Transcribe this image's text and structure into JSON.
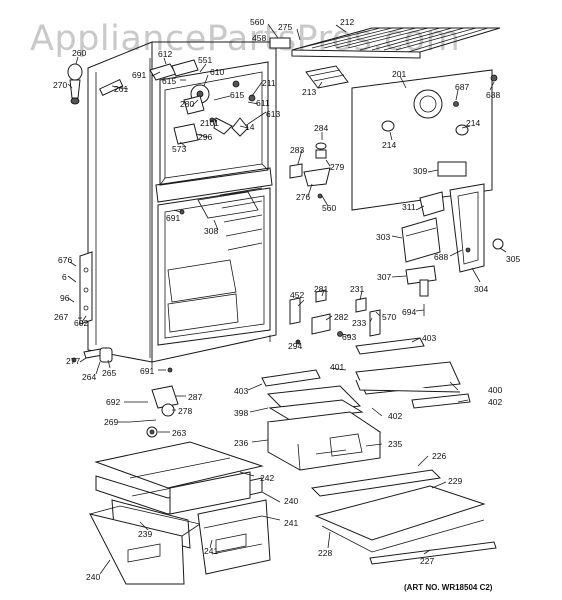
{
  "watermark": "AppliancePartsPros.com",
  "art_number": "(ART NO. WR18504 C2)",
  "part_labels": [
    {
      "id": "560a",
      "text": "560"
    },
    {
      "id": "275",
      "text": "275"
    },
    {
      "id": "212",
      "text": "212"
    },
    {
      "id": "458",
      "text": "458"
    },
    {
      "id": "260",
      "text": "260"
    },
    {
      "id": "270",
      "text": "270"
    },
    {
      "id": "612",
      "text": "612"
    },
    {
      "id": "551",
      "text": "551"
    },
    {
      "id": "691a",
      "text": "691"
    },
    {
      "id": "615a",
      "text": "615"
    },
    {
      "id": "610",
      "text": "610"
    },
    {
      "id": "211",
      "text": "211"
    },
    {
      "id": "213",
      "text": "213"
    },
    {
      "id": "201",
      "text": "201"
    },
    {
      "id": "687",
      "text": "687"
    },
    {
      "id": "688a",
      "text": "688"
    },
    {
      "id": "261",
      "text": "261"
    },
    {
      "id": "615b",
      "text": "615"
    },
    {
      "id": "611",
      "text": "611"
    },
    {
      "id": "280",
      "text": "280"
    },
    {
      "id": "2101",
      "text": "2101"
    },
    {
      "id": "14",
      "text": "14"
    },
    {
      "id": "613",
      "text": "613"
    },
    {
      "id": "296",
      "text": "296"
    },
    {
      "id": "573",
      "text": "573"
    },
    {
      "id": "284",
      "text": "284"
    },
    {
      "id": "214a",
      "text": "214"
    },
    {
      "id": "214b",
      "text": "214"
    },
    {
      "id": "283",
      "text": "283"
    },
    {
      "id": "279",
      "text": "279"
    },
    {
      "id": "309",
      "text": "309"
    },
    {
      "id": "276",
      "text": "276"
    },
    {
      "id": "560b",
      "text": "560"
    },
    {
      "id": "691b",
      "text": "691"
    },
    {
      "id": "311",
      "text": "311"
    },
    {
      "id": "308",
      "text": "308"
    },
    {
      "id": "303",
      "text": "303"
    },
    {
      "id": "688b",
      "text": "688"
    },
    {
      "id": "305",
      "text": "305"
    },
    {
      "id": "676",
      "text": "676"
    },
    {
      "id": "6",
      "text": "6"
    },
    {
      "id": "96",
      "text": "96"
    },
    {
      "id": "307",
      "text": "307"
    },
    {
      "id": "304",
      "text": "304"
    },
    {
      "id": "231",
      "text": "231"
    },
    {
      "id": "281",
      "text": "281"
    },
    {
      "id": "452",
      "text": "452"
    },
    {
      "id": "570",
      "text": "570"
    },
    {
      "id": "282",
      "text": "282"
    },
    {
      "id": "694",
      "text": "694"
    },
    {
      "id": "233",
      "text": "233"
    },
    {
      "id": "267",
      "text": "267"
    },
    {
      "id": "602",
      "text": "602"
    },
    {
      "id": "693",
      "text": "693"
    },
    {
      "id": "403a",
      "text": "403"
    },
    {
      "id": "294",
      "text": "294"
    },
    {
      "id": "277",
      "text": "277"
    },
    {
      "id": "264",
      "text": "264"
    },
    {
      "id": "265",
      "text": "265"
    },
    {
      "id": "691c",
      "text": "691"
    },
    {
      "id": "401",
      "text": "401"
    },
    {
      "id": "403b",
      "text": "403"
    },
    {
      "id": "287",
      "text": "287"
    },
    {
      "id": "692",
      "text": "692"
    },
    {
      "id": "278",
      "text": "278"
    },
    {
      "id": "400",
      "text": "400"
    },
    {
      "id": "398",
      "text": "398"
    },
    {
      "id": "402a",
      "text": "402"
    },
    {
      "id": "402b",
      "text": "402"
    },
    {
      "id": "269",
      "text": "269"
    },
    {
      "id": "263",
      "text": "263"
    },
    {
      "id": "236",
      "text": "236"
    },
    {
      "id": "235",
      "text": "235"
    },
    {
      "id": "226",
      "text": "226"
    },
    {
      "id": "242",
      "text": "242"
    },
    {
      "id": "229",
      "text": "229"
    },
    {
      "id": "240a",
      "text": "240"
    },
    {
      "id": "241a",
      "text": "241"
    },
    {
      "id": "239",
      "text": "239"
    },
    {
      "id": "241b",
      "text": "241"
    },
    {
      "id": "228",
      "text": "228"
    },
    {
      "id": "240b",
      "text": "240"
    },
    {
      "id": "227",
      "text": "227"
    }
  ]
}
